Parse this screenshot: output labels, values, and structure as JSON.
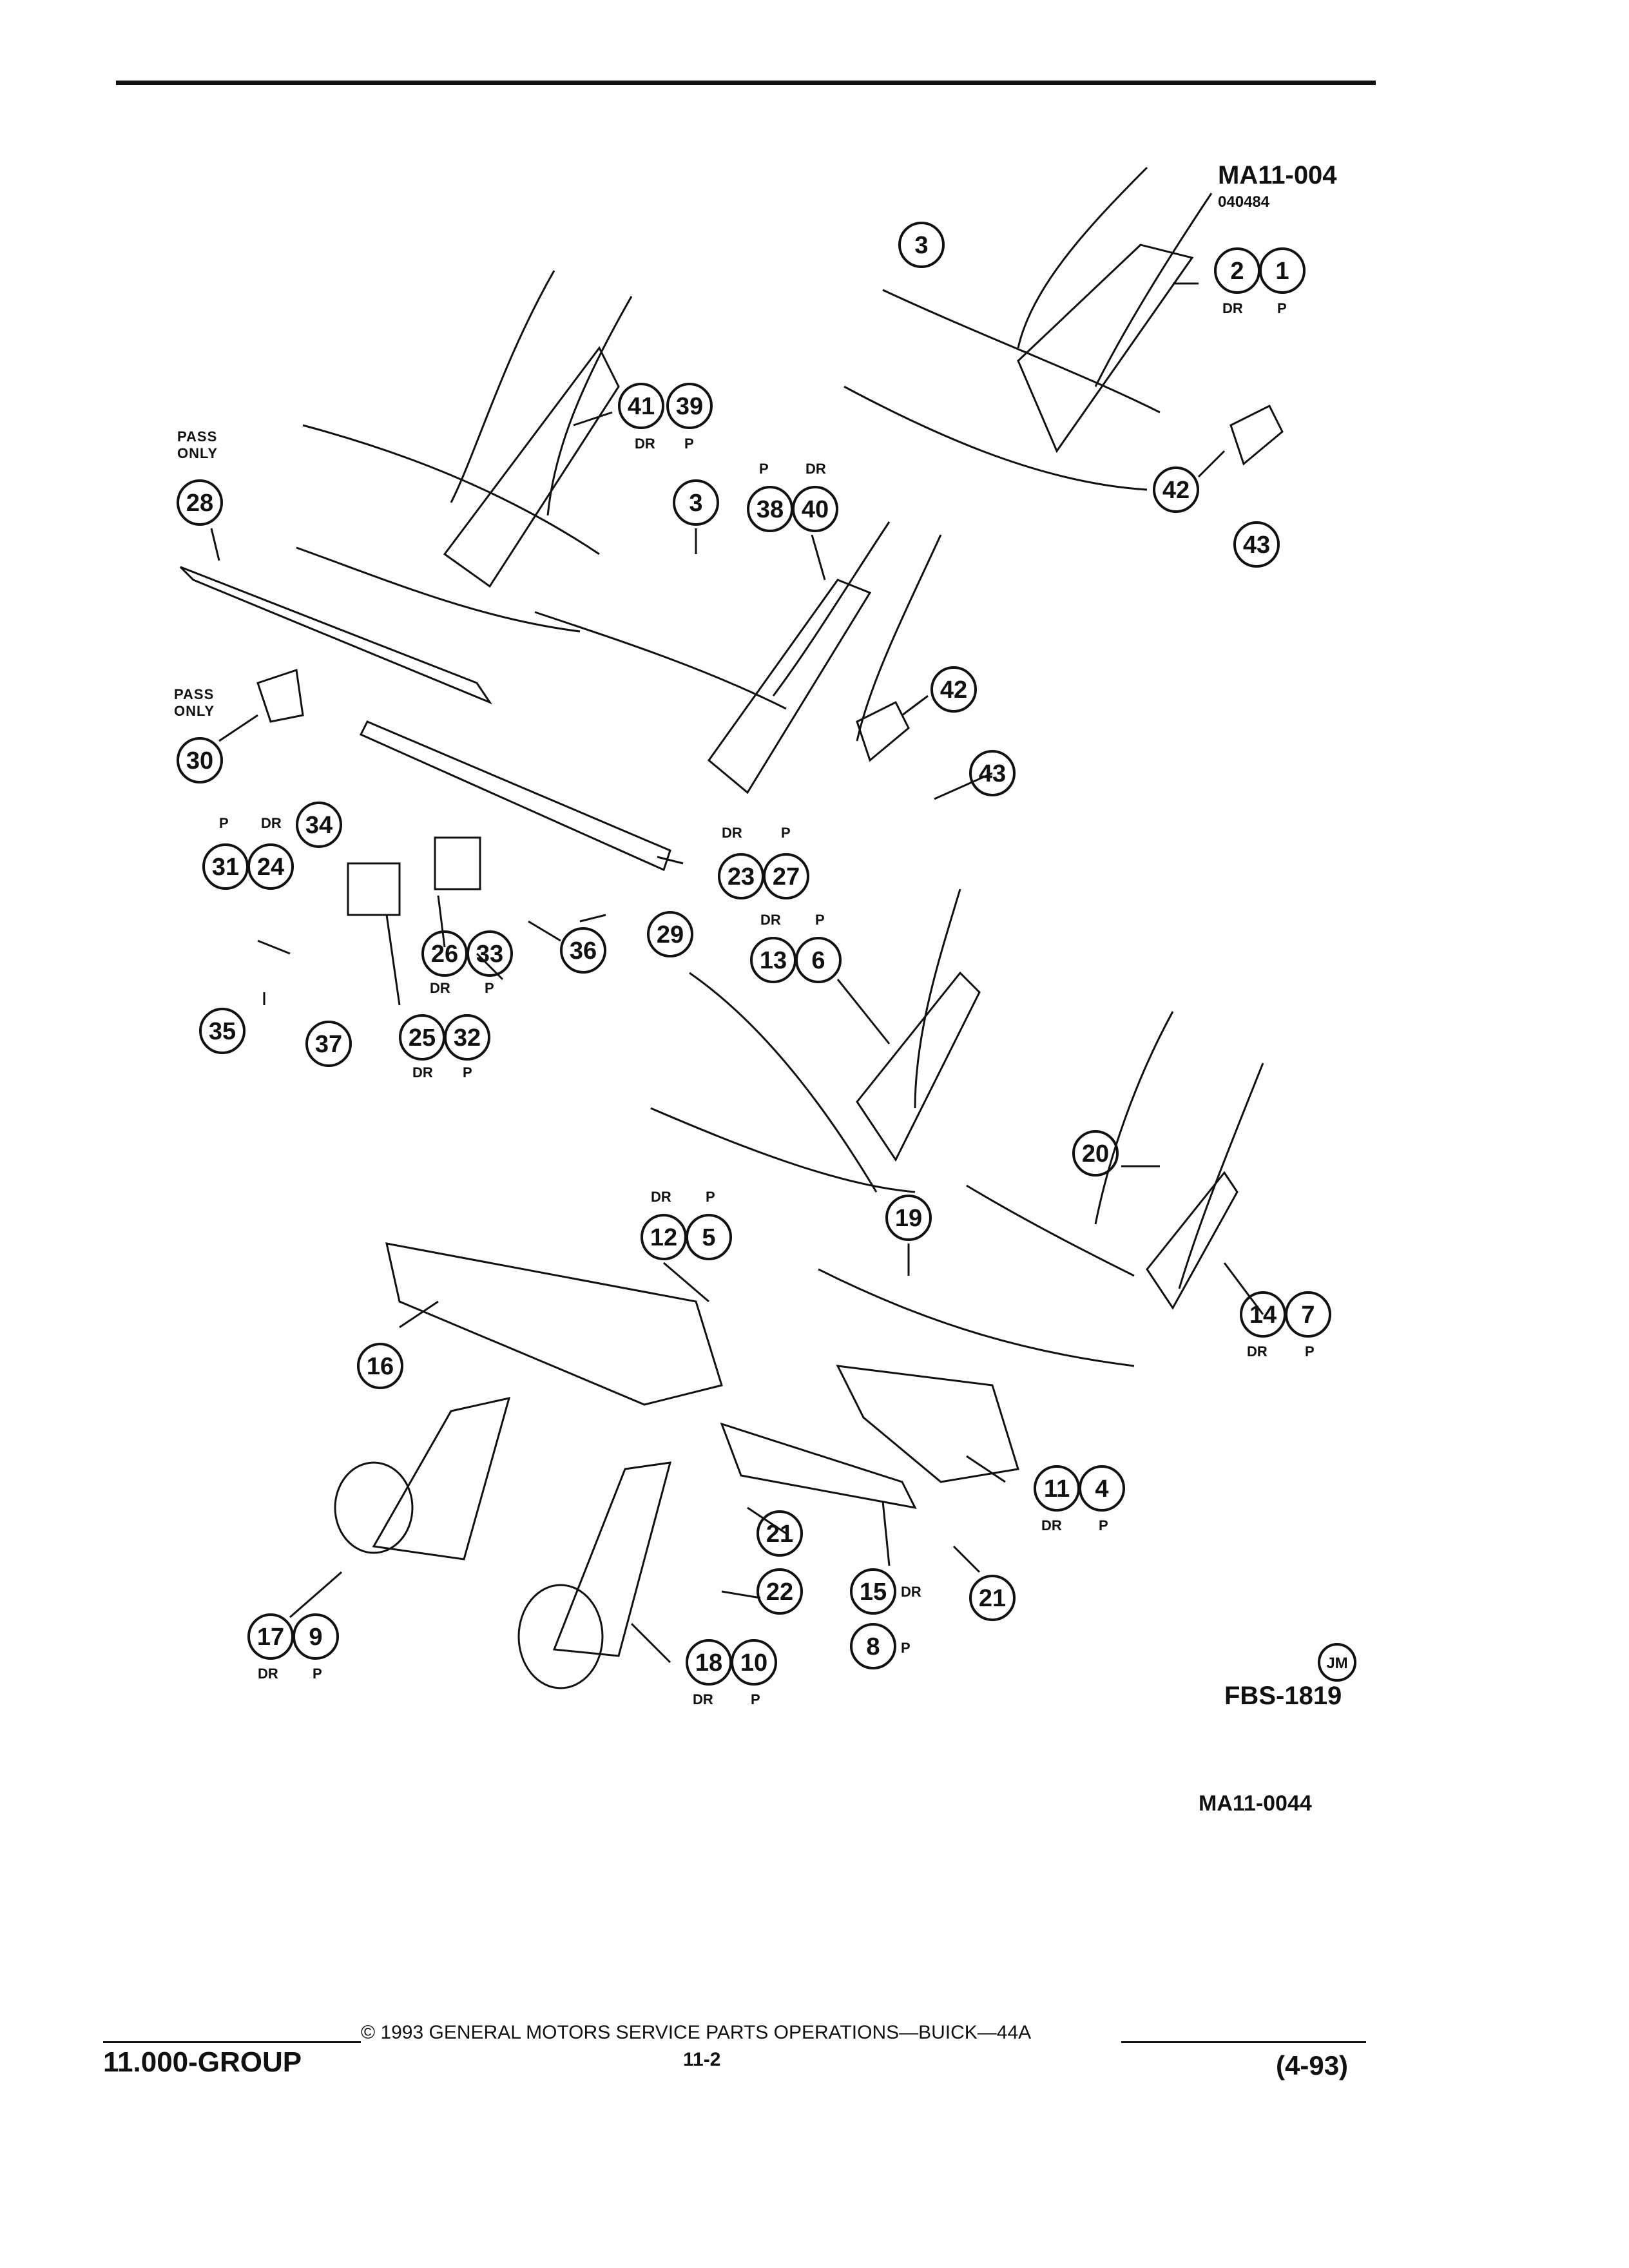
{
  "header": {
    "figure_code": "MA11-004",
    "figure_date": "040484"
  },
  "labels": {
    "pass_only_1": "PASS\nONLY",
    "pass_only_2": "PASS\nONLY",
    "dr": "DR",
    "p": "P"
  },
  "callouts": [
    "1",
    "2",
    "3",
    "4",
    "5",
    "6",
    "7",
    "8",
    "9",
    "10",
    "11",
    "12",
    "13",
    "14",
    "15",
    "16",
    "17",
    "18",
    "19",
    "20",
    "21",
    "22",
    "23",
    "24",
    "25",
    "26",
    "27",
    "28",
    "29",
    "30",
    "31",
    "32",
    "33",
    "34",
    "35",
    "36",
    "37",
    "38",
    "39",
    "40",
    "41",
    "42",
    "43"
  ],
  "stamp": "JM",
  "figure_id": "FBS-1819",
  "figure_caption": "MA11-0044",
  "footer": {
    "group": "11.000-GROUP",
    "copyright": "© 1993 GENERAL MOTORS SERVICE PARTS OPERATIONS—BUICK—44A",
    "page": "11-2",
    "date": "(4-93)"
  }
}
